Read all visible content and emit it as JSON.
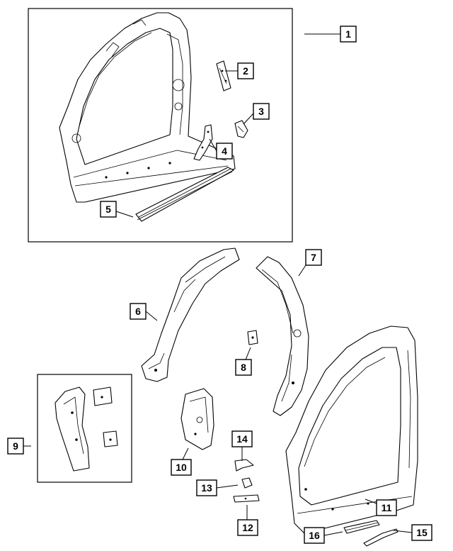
{
  "callouts": [
    {
      "label": "1"
    },
    {
      "label": "2"
    },
    {
      "label": "3"
    },
    {
      "label": "4"
    },
    {
      "label": "5"
    },
    {
      "label": "6"
    },
    {
      "label": "7"
    },
    {
      "label": "8"
    },
    {
      "label": "9"
    },
    {
      "label": "10"
    },
    {
      "label": "11"
    },
    {
      "label": "12"
    },
    {
      "label": "13"
    },
    {
      "label": "14"
    },
    {
      "label": "15"
    },
    {
      "label": "16"
    }
  ]
}
